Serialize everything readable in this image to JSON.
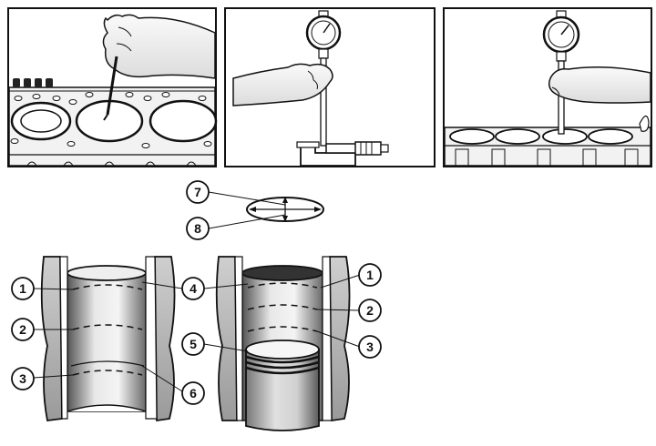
{
  "callouts": {
    "c1_left": "1",
    "c2_left": "2",
    "c3_left": "3",
    "c4": "4",
    "c5": "5",
    "c6": "6",
    "c7": "7",
    "c8": "8",
    "c1_right": "1",
    "c2_right": "2",
    "c3_right": "3"
  },
  "colors": {
    "ink": "#111111",
    "paper": "#ffffff",
    "shade": "#8a8a8a"
  }
}
